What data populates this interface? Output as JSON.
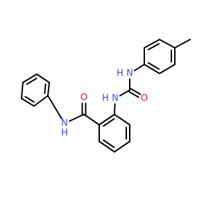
{
  "colors": {
    "bond": "#000000",
    "nitrogen": "#3050F8",
    "oxygen": "#FF0D0D"
  },
  "molecule": {
    "atoms": [
      {
        "id": "N1",
        "element": "N",
        "label": "N",
        "hydrogen": "H"
      },
      {
        "id": "O1",
        "element": "O",
        "label": "O"
      },
      {
        "id": "N2",
        "element": "N",
        "label": "N",
        "hydrogen": "H"
      },
      {
        "id": "O2",
        "element": "O",
        "label": "O"
      },
      {
        "id": "N3",
        "element": "N",
        "label": "N",
        "hydrogen": "H"
      }
    ]
  }
}
